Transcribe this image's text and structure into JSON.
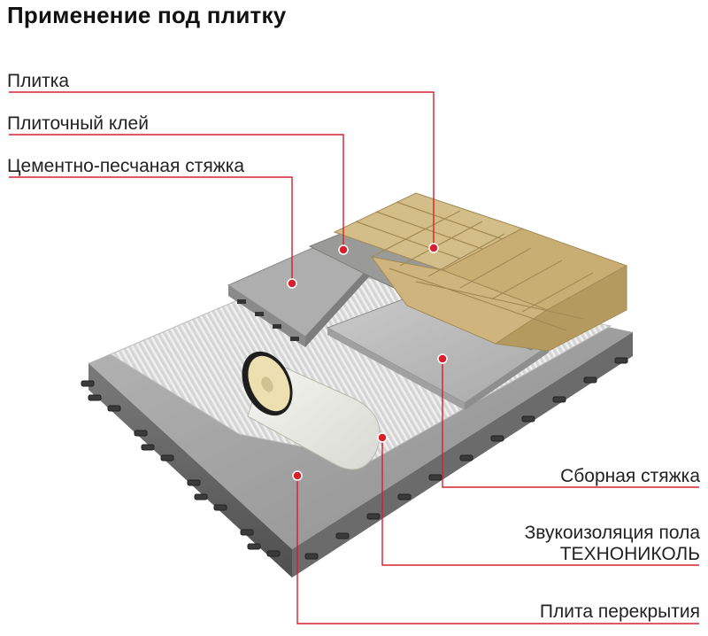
{
  "title": "Применение под плитку",
  "layers_top": [
    {
      "id": "tile",
      "label": "Плитка"
    },
    {
      "id": "tile_glue",
      "label": "Плиточный клей"
    },
    {
      "id": "cement_screed",
      "label": "Цементно-песчаная стяжка"
    }
  ],
  "layers_bottom": [
    {
      "id": "prefab_screed",
      "label": "Сборная стяжка"
    },
    {
      "id": "sound_insulation",
      "label_line1": "Звукоизоляция пола",
      "label_line2": "ТЕХНОНИКОЛЬ"
    },
    {
      "id": "slab",
      "label": "Плита перекрытия"
    }
  ],
  "colors": {
    "leader": "#d6202e",
    "concrete": "#9e9e9e",
    "tile": "#c9ae74",
    "insulation_roll": "#ecdfb0"
  }
}
